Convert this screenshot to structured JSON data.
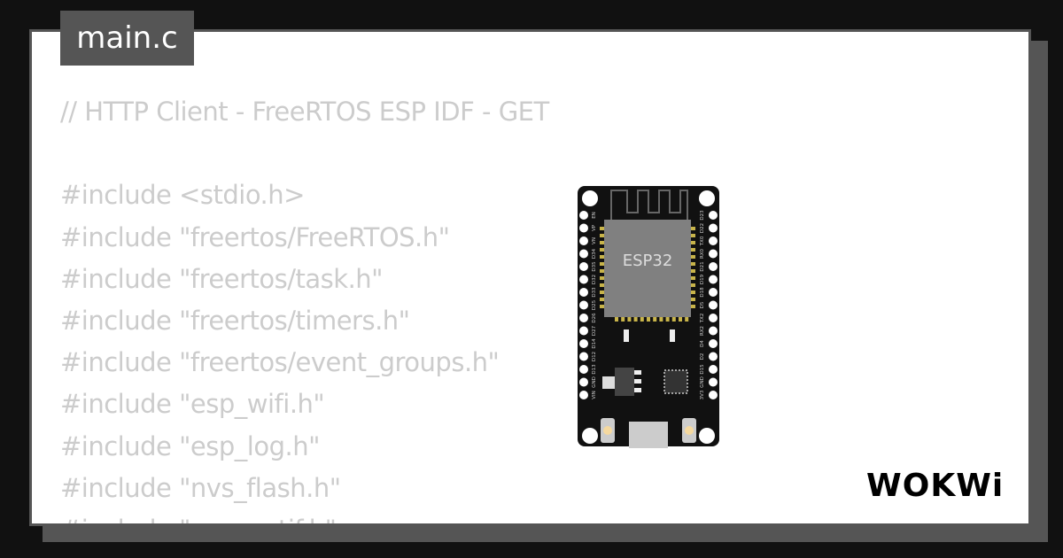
{
  "tab": {
    "filename": "main.c"
  },
  "code": {
    "lines": [
      "// HTTP Client - FreeRTOS ESP IDF - GET",
      "",
      "#include <stdio.h>",
      "#include \"freertos/FreeRTOS.h\"",
      "#include \"freertos/task.h\"",
      "#include \"freertos/timers.h\"",
      "#include \"freertos/event_groups.h\"",
      "#include \"esp_wifi.h\"",
      "#include \"esp_log.h\"",
      "#include \"nvs_flash.h\"",
      "#include \"esp_netif.h\""
    ]
  },
  "board": {
    "chip_label": "ESP32",
    "left_pins": [
      "EN",
      "VP",
      "VN",
      "D34",
      "D35",
      "D32",
      "D33",
      "D25",
      "D26",
      "D27",
      "D14",
      "D12",
      "D13",
      "GND",
      "VIN"
    ],
    "right_pins": [
      "D23",
      "D22",
      "TX0",
      "RX0",
      "D21",
      "D19",
      "D18",
      "D5",
      "TX2",
      "RX2",
      "D4",
      "D2",
      "D15",
      "GND",
      "3V3"
    ]
  },
  "logo": {
    "text": "WOKWi"
  },
  "colors": {
    "background": "#111111",
    "panel": "#ffffff",
    "frame": "#555555",
    "code_text": "#cccccc"
  }
}
